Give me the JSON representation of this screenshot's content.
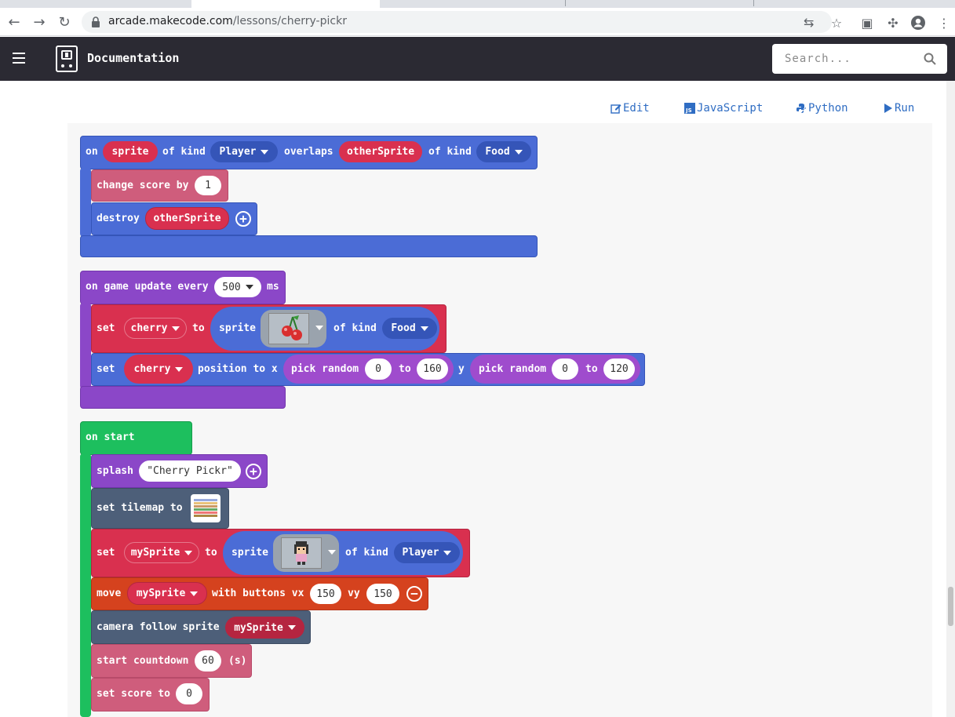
{
  "browser": {
    "url_host": "arcade.makecode.com",
    "url_path": "/lessons/cherry-pickr"
  },
  "nav": {
    "title": "Documentation",
    "search_placeholder": "Search..."
  },
  "page_links": [
    {
      "label": "Edit",
      "icon": "edit-icon"
    },
    {
      "label": "JavaScript",
      "icon": "javascript-icon"
    },
    {
      "label": "Python",
      "icon": "python-icon"
    },
    {
      "label": "Run",
      "icon": "play-icon"
    }
  ],
  "colors": {
    "sprites": "#4b6cd6",
    "sprites_dark": "#3555b8",
    "variable": "#d9304f",
    "info": "#cf5d7c",
    "game": "#8b47c8",
    "math": "#9f4ccd",
    "scene": "#4d5f79",
    "controller": "#d5421e",
    "loops_start": "#1dbf5e",
    "nav_bg": "#2b2a33",
    "link": "#2f6dc3"
  },
  "blocks": {
    "overlap": {
      "on": "on",
      "sprite": "sprite",
      "of_kind": "of kind",
      "kind1": "Player",
      "overlaps": "overlaps",
      "other": "otherSprite",
      "of_kind2": "of kind",
      "kind2": "Food",
      "change_score": "change score by",
      "change_val": "1",
      "destroy": "destroy",
      "destroy_target": "otherSprite"
    },
    "update": {
      "header": "on game update every",
      "interval": "500",
      "unit": "ms",
      "set1": "set",
      "var1": "cherry",
      "to1": "to",
      "sprite_lbl": "sprite",
      "of_kind": "of kind",
      "kind": "Food",
      "set2": "set",
      "var2": "cherry",
      "position_to_x": "position to x",
      "pick_random": "pick random",
      "x_min": "0",
      "to_kw": "to",
      "x_max": "160",
      "y_kw": "y",
      "pick_random2": "pick random",
      "y_min": "0",
      "to_kw2": "to",
      "y_max": "120"
    },
    "start": {
      "header": "on start",
      "splash": "splash",
      "splash_text": "\"Cherry Pickr\"",
      "set_tilemap": "set tilemap to",
      "set": "set",
      "var": "mySprite",
      "to": "to",
      "sprite_lbl": "sprite",
      "of_kind": "of kind",
      "kind": "Player",
      "move": "move",
      "move_var": "mySprite",
      "with_buttons": "with buttons vx",
      "vx": "150",
      "vy_lbl": "vy",
      "vy": "150",
      "camera": "camera follow sprite",
      "camera_var": "mySprite",
      "countdown": "start countdown",
      "countdown_val": "60",
      "countdown_unit": "(s)",
      "set_score": "set score to",
      "score_val": "0"
    }
  }
}
